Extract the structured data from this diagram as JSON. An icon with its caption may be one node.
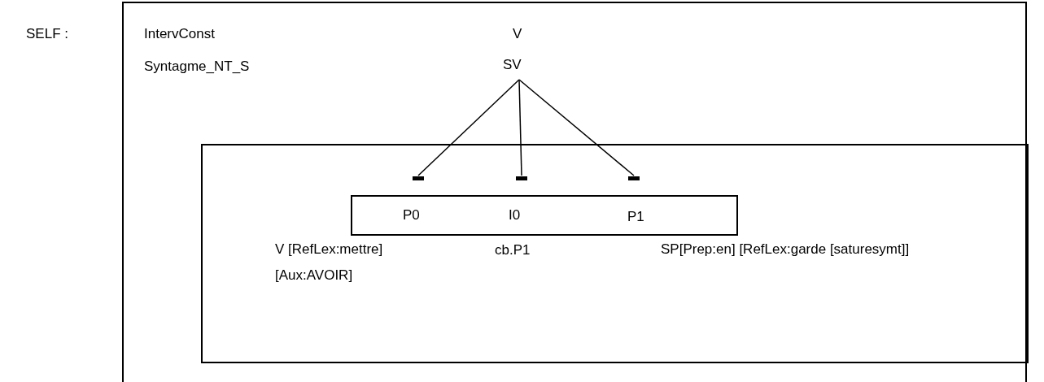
{
  "diagram": {
    "nodes": [
      {
        "text": [
          "IntervConst",
          "V",
          "Syntagme_NT_S"
        ]
      },
      {
        "text": [
          "SV"
        ],
        "in": 0
      },
      {
        "text": [],
        "shape": "box",
        "in": 0
      },
      {
        "text": [],
        "shape": "bar",
        "in": 2
      },
      {
        "text": [],
        "shape": "bar",
        "in": 2
      },
      {
        "text": [],
        "shape": "bar",
        "in": 2
      },
      {
        "text": [
          "P0",
          "I0",
          "P1"
        ],
        "in": 2
      }
    ],
    "edges": [
      {
        "from": 1,
        "to": 3,
        "arrow": "none"
      },
      {
        "from": 1,
        "to": 4,
        "arrow": "none"
      },
      {
        "from": 1,
        "to": 5,
        "arrow": "none"
      }
    ],
    "labels": [
      "SELF :",
      "V [RefLex:mettre] [Aux:AVOIR]",
      "cb.P1",
      "SP[Prep:en] [RefLex:garde [saturesymt]]"
    ]
  }
}
